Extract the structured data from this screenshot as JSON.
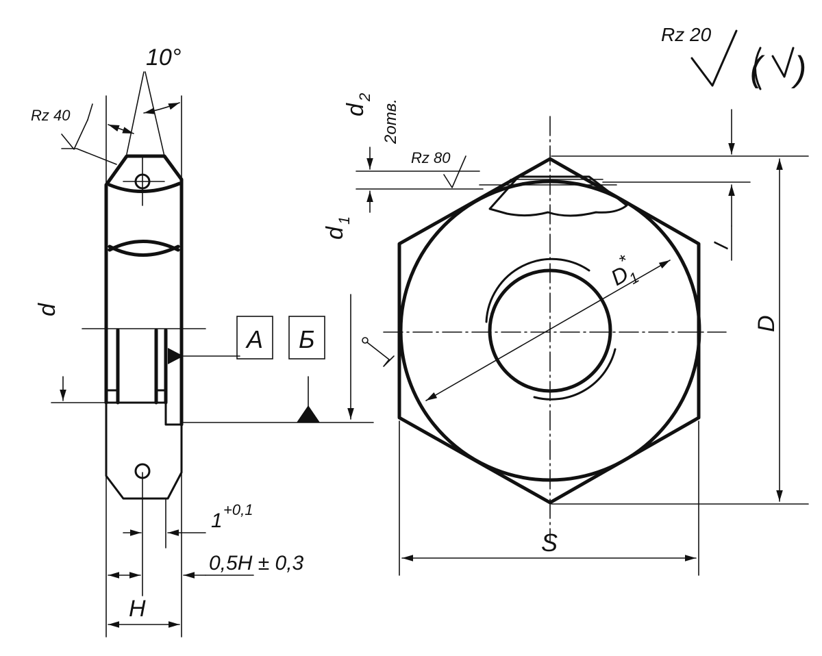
{
  "surface": {
    "general_rz": "Rz 20",
    "general_paren": "(",
    "general_paren_close": ")",
    "chamfer_rz": "Rz 40",
    "thread_bore_rz": "Rz 80"
  },
  "dims": {
    "angle": "10°",
    "d": "d",
    "d1": "d",
    "d1_sub": "1",
    "d2": "d",
    "d2_sub": "2",
    "d2_note": "2отв.",
    "D1": "D",
    "D1_sub": "1",
    "D1_star": "*",
    "D": "D",
    "S": "S",
    "l": "l",
    "H": "H",
    "tol_main": "1",
    "tol_sup": "+0,1",
    "half_h": "0,5H ± 0,3"
  },
  "datums": {
    "a": "А",
    "b": "Б"
  }
}
